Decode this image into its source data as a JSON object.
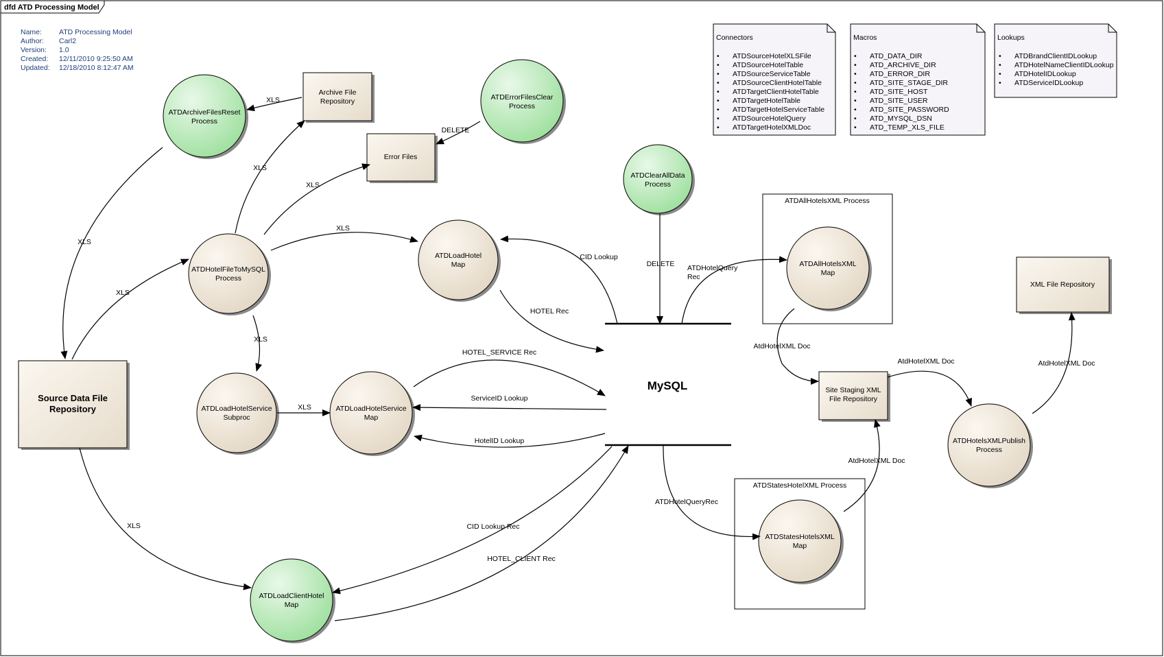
{
  "frame": {
    "title": "dfd ATD Processing Model"
  },
  "meta": [
    {
      "label": "Name:",
      "value": "ATD Processing Model"
    },
    {
      "label": "Author:",
      "value": "Carl2"
    },
    {
      "label": "Version:",
      "value": "1.0"
    },
    {
      "label": "Created:",
      "value": "12/11/2010 9:25:50 AM"
    },
    {
      "label": "Updated:",
      "value": "12/18/2010 8:12:47 AM"
    }
  ],
  "notes": {
    "connectors": {
      "title": "Connectors",
      "items": [
        "ATDSourceHotelXLSFile",
        "ATDSourceHotelTable",
        "ATDSourceServiceTable",
        "ATDSourceClientHotelTable",
        "ATDTargetClientHotelTable",
        "ATDTargetHotelTable",
        "ATDTargetHotelServiceTable",
        "ATDSourceHotelQuery",
        "ATDTargetHotelXMLDoc"
      ]
    },
    "macros": {
      "title": "Macros",
      "items": [
        "ATD_DATA_DIR",
        "ATD_ARCHIVE_DIR",
        "ATD_ERROR_DIR",
        "ATD_SITE_STAGE_DIR",
        "ATD_SITE_HOST",
        "ATD_SITE_USER",
        "ATD_SITE_PASSWORD",
        "ATD_MYSQL_DSN",
        "ATD_TEMP_XLS_FILE"
      ]
    },
    "lookups": {
      "title": "Lookups",
      "items": [
        "ATDBrandClientIDLookup",
        "ATDHotelNameClientIDLookup",
        "ATDHotelIDLookup",
        "ATDServiceIDLookup"
      ]
    }
  },
  "boundaries": {
    "all_hotels": "ATDAllHotelsXML Process",
    "states_hotel": "ATDStatesHotelXML Process"
  },
  "stores": {
    "archive": [
      "Archive File",
      "Repository"
    ],
    "error": [
      "Error Files"
    ],
    "source": [
      "Source Data File",
      "Repository"
    ],
    "site_staging": [
      "Site Staging XML",
      "File Repository"
    ],
    "xml_repo": [
      "XML File Repository"
    ],
    "mysql": "MySQL"
  },
  "processes": {
    "archive_reset": [
      "ATDArchiveFilesReset",
      "Process"
    ],
    "error_clear": [
      "ATDErrorFilesClear",
      "Process"
    ],
    "clear_all": [
      "ATDClearAllData",
      "Process"
    ],
    "hotel_file": [
      "ATDHotelFileToMySQL",
      "Process"
    ],
    "load_hotel": [
      "ATDLoadHotel",
      "Map"
    ],
    "load_hotel_service_subproc": [
      "ATDLoadHotelService",
      "Subproc"
    ],
    "load_hotel_service_map": [
      "ATDLoadHotelService",
      "Map"
    ],
    "load_client_hotel": [
      "ATDLoadClientHotel",
      "Map"
    ],
    "all_hotels_xml": [
      "ATDAllHotelsXML",
      "Map"
    ],
    "states_hotels_xml": [
      "ATDStatesHotelsXML",
      "Map"
    ],
    "hotels_xml_publish": [
      "ATDHotelsXMLPublish",
      "Process"
    ]
  },
  "flows": {
    "archive_to_reset": "XLS",
    "error_clear_delete": "DELETE",
    "reset_to_source": "XLS",
    "source_to_hotelfile": "XLS",
    "hotelfile_to_archive": "XLS",
    "hotelfile_to_error": "XLS",
    "hotelfile_to_loadhotel": "XLS",
    "hotelfile_to_subproc": "XLS",
    "subproc_to_servicemap": "XLS",
    "cid_lookup": "CID Lookup",
    "hotel_rec": "HOTEL Rec",
    "hotel_service_rec": "HOTEL_SERVICE Rec",
    "serviceid_lookup": "ServiceID Lookup",
    "hotelid_lookup": "HotelID Lookup",
    "clearall_delete": "DELETE",
    "hotel_query_rec": [
      "ATDHotelQuery",
      "Rec"
    ],
    "allhotels_doc": "AtdHotelXML Doc",
    "staging_to_publish": "AtdHotelXML Doc",
    "publish_to_xmlrepo": "AtdHotelXML Doc",
    "states_to_staging": "AtdHotelXML Doc",
    "hotel_query_rec_states": "ATDHotelQueryRec",
    "source_to_client": "XLS",
    "cid_lookup_rec": "CID Lookup Rec",
    "hotel_client_rec": "HOTEL_CLIENT Rec"
  },
  "colors": {
    "green_light": "#e9f8e9",
    "green_dark": "#9fe09f",
    "tan_light": "#fbf7f0",
    "tan_dark": "#e4d8c6",
    "note_fill": "#f6f4f8",
    "meta_text": "#1f3f7a"
  }
}
